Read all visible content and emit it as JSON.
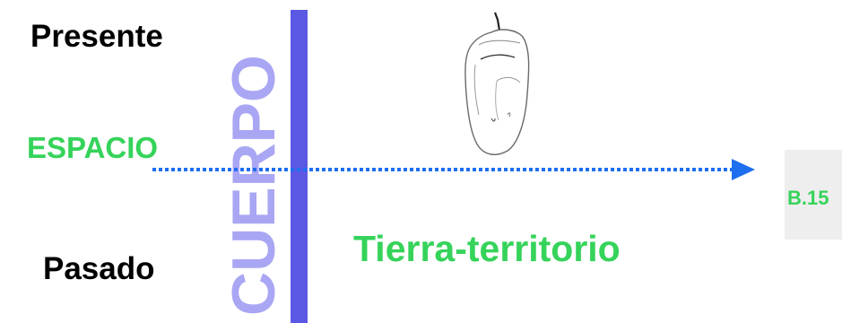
{
  "labels": {
    "present": "Presente",
    "past": "Pasado",
    "space": "ESPACIO",
    "body": "CUERPO",
    "land": "Tierra-territorio"
  },
  "badge": {
    "code": "B.15"
  },
  "illustration": {
    "icon": "chrysalis-icon"
  },
  "colors": {
    "green_text": "#35d35a",
    "vertical_bar": "#5b58e4",
    "vertical_text": "#a9a6f4",
    "arrow": "#1e6ff0"
  }
}
